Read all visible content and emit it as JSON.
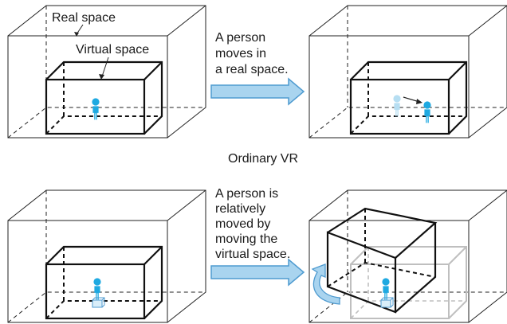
{
  "labels": {
    "real_space": "Real space",
    "virtual_space": "Virtual space",
    "arrow_text_top": [
      "A person",
      "moves in",
      "a real space."
    ],
    "caption": "Ordinary VR",
    "arrow_text_bottom": [
      "A person is",
      "relatively",
      "moved by",
      "moving the",
      "virtual space."
    ]
  },
  "colors": {
    "person": "#1ea9e1",
    "person_ghost": "#b6def2",
    "arrow_fill": "#a9d4ef",
    "arrow_stroke": "#4f9bd0"
  }
}
